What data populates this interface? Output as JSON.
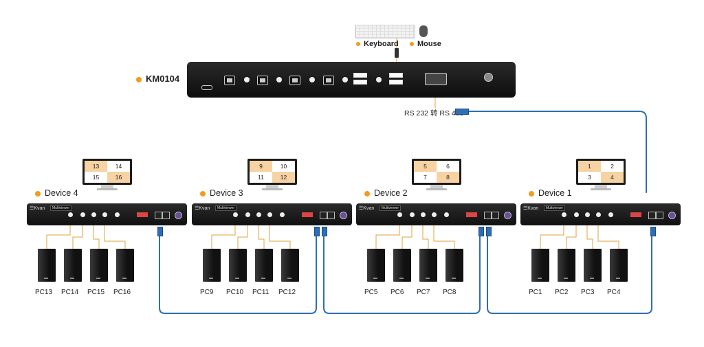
{
  "main_unit": {
    "name": "KM0104"
  },
  "peripherals": {
    "keyboard": "Keyboard",
    "mouse": "Mouse"
  },
  "link_label": "RS 232 转 RS 485",
  "devices": [
    {
      "name": "Device 4",
      "screen": [
        "13",
        "14",
        "15",
        "16"
      ],
      "pcs": [
        "PC13",
        "PC14",
        "PC15",
        "PC16"
      ]
    },
    {
      "name": "Device 3",
      "screen": [
        "9",
        "10",
        "11",
        "12"
      ],
      "pcs": [
        "PC9",
        "PC10",
        "PC11",
        "PC12"
      ]
    },
    {
      "name": "Device 2",
      "screen": [
        "5",
        "6",
        "7",
        "8"
      ],
      "pcs": [
        "PC5",
        "PC6",
        "PC7",
        "PC8"
      ]
    },
    {
      "name": "Device 1",
      "screen": [
        "1",
        "2",
        "3",
        "4"
      ],
      "pcs": [
        "PC1",
        "PC2",
        "PC3",
        "PC4"
      ]
    }
  ],
  "colors": {
    "accent": "#f29b1d",
    "cable": "#2f6db4",
    "wire": "#e3a23a",
    "highlight": "#f7d2a3"
  }
}
